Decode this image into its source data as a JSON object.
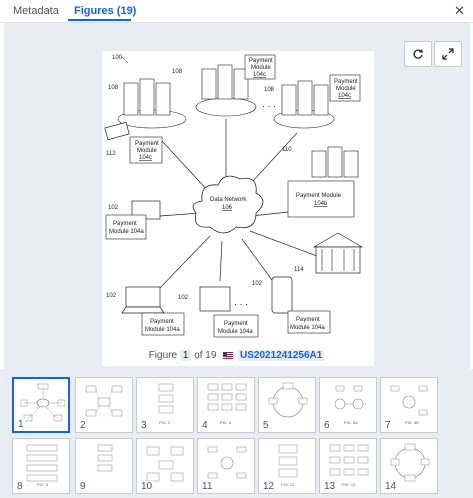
{
  "tabs": [
    {
      "label": "Metadata"
    },
    {
      "label": "Figures (19)"
    }
  ],
  "caption": {
    "prefix": "Figure",
    "current": "1",
    "of_text": "of 19",
    "patent": "US2021241256A1"
  },
  "figure": {
    "ref_100": "100",
    "server_top_ref": "108",
    "server_left_ref": "108",
    "server_right_ref": "108",
    "pm_top_a": "Payment",
    "pm_top_b": "Module",
    "pm_top_c": "104c",
    "pm_right_a": "Payment",
    "pm_right_b": "Module",
    "pm_right_c": "104c",
    "pm_left_a": "Payment",
    "pm_left_b": "Module",
    "pm_left_c": "104c",
    "ref_112": "112",
    "ref_110": "110",
    "pm_b_a": "Payment Module",
    "pm_b_c": "104b",
    "network_a": "Data Network",
    "network_b": "106",
    "ref_102a": "102",
    "pm_a1_a": "Payment",
    "pm_a1_b": "Module 104a",
    "ref_114": "114",
    "ref_102b": "102",
    "ref_102c": "102",
    "ref_102d": "102",
    "pm_a2_a": "Payment",
    "pm_a2_b": "Module 104a",
    "pm_a3_a": "Payment",
    "pm_a3_b": "Module 104a",
    "pm_a4_a": "Payment",
    "pm_a4_b": "Module 104a"
  },
  "thumbnails": [
    {
      "n": "1",
      "caption": ""
    },
    {
      "n": "2",
      "caption": ""
    },
    {
      "n": "3",
      "caption": "FIG. 3"
    },
    {
      "n": "4",
      "caption": "FIG. 4"
    },
    {
      "n": "5",
      "caption": ""
    },
    {
      "n": "6",
      "caption": "FIG. 6A"
    },
    {
      "n": "7",
      "caption": "FIG. 6B"
    },
    {
      "n": "8",
      "caption": "FIG. 8"
    },
    {
      "n": "9",
      "caption": ""
    },
    {
      "n": "10",
      "caption": ""
    },
    {
      "n": "11",
      "caption": ""
    },
    {
      "n": "12",
      "caption": "FIG. 12"
    },
    {
      "n": "13",
      "caption": "FIG. 13"
    },
    {
      "n": "14",
      "caption": ""
    }
  ]
}
